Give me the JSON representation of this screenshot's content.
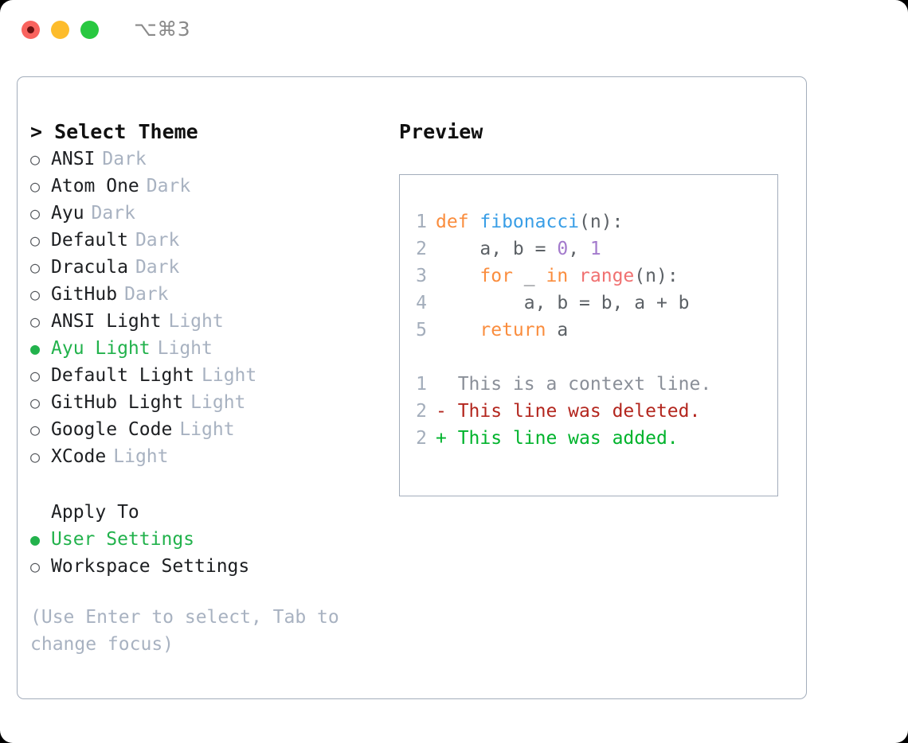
{
  "titlebar": {
    "shortcut": "⌥⌘3",
    "lights": [
      {
        "name": "close",
        "color": "#f9635e"
      },
      {
        "name": "minimize",
        "color": "#fdbc2c"
      },
      {
        "name": "maximize",
        "color": "#28c840"
      }
    ]
  },
  "theme_picker": {
    "heading": "> Select Theme",
    "bullet_selected": "●",
    "bullet_unselected": "○",
    "items": [
      {
        "name": "ANSI",
        "variant": "Dark",
        "selected": false
      },
      {
        "name": "Atom One",
        "variant": "Dark",
        "selected": false
      },
      {
        "name": "Ayu",
        "variant": "Dark",
        "selected": false
      },
      {
        "name": "Default",
        "variant": "Dark",
        "selected": false
      },
      {
        "name": "Dracula",
        "variant": "Dark",
        "selected": false
      },
      {
        "name": "GitHub",
        "variant": "Dark",
        "selected": false
      },
      {
        "name": "ANSI Light",
        "variant": "Light",
        "selected": false
      },
      {
        "name": "Ayu Light",
        "variant": "Light",
        "selected": true
      },
      {
        "name": "Default Light",
        "variant": "Light",
        "selected": false
      },
      {
        "name": "GitHub Light",
        "variant": "Light",
        "selected": false
      },
      {
        "name": "Google Code",
        "variant": "Light",
        "selected": false
      },
      {
        "name": "XCode",
        "variant": "Light",
        "selected": false
      }
    ]
  },
  "apply_to": {
    "heading": "Apply To",
    "items": [
      {
        "name": "User Settings",
        "selected": true
      },
      {
        "name": "Workspace Settings",
        "selected": false
      }
    ]
  },
  "hint": "(Use Enter to select, Tab to change focus)",
  "preview": {
    "heading": "Preview",
    "code_lines": [
      {
        "number": "1",
        "tokens": [
          {
            "text": "def ",
            "kind": "kw"
          },
          {
            "text": "fibonacci",
            "kind": "fn"
          },
          {
            "text": "(n):",
            "kind": "plain"
          }
        ]
      },
      {
        "number": "2",
        "tokens": [
          {
            "text": "    a, b = ",
            "kind": "plain"
          },
          {
            "text": "0",
            "kind": "num"
          },
          {
            "text": ", ",
            "kind": "plain"
          },
          {
            "text": "1",
            "kind": "num"
          }
        ]
      },
      {
        "number": "3",
        "tokens": [
          {
            "text": "    ",
            "kind": "plain"
          },
          {
            "text": "for",
            "kind": "kw"
          },
          {
            "text": " _ ",
            "kind": "plain"
          },
          {
            "text": "in",
            "kind": "kw"
          },
          {
            "text": " ",
            "kind": "plain"
          },
          {
            "text": "range",
            "kind": "call"
          },
          {
            "text": "(n):",
            "kind": "plain"
          }
        ]
      },
      {
        "number": "4",
        "tokens": [
          {
            "text": "        a, b = b, a + b",
            "kind": "plain"
          }
        ]
      },
      {
        "number": "5",
        "tokens": [
          {
            "text": "    ",
            "kind": "plain"
          },
          {
            "text": "return",
            "kind": "kw"
          },
          {
            "text": " a",
            "kind": "plain"
          }
        ]
      }
    ],
    "diff_lines": [
      {
        "number": "1",
        "marker": "  ",
        "text": "This is a context line.",
        "kind": "ctx"
      },
      {
        "number": "2",
        "marker": "- ",
        "text": "This line was deleted.",
        "kind": "del"
      },
      {
        "number": "2",
        "marker": "+ ",
        "text": "This line was added.",
        "kind": "add"
      }
    ]
  },
  "colors": {
    "accent_green": "#22b24c",
    "muted": "#a8b2c1",
    "border": "#a3adbb",
    "keyword": "#fa8d3e",
    "function": "#399ee6",
    "number": "#a37acc",
    "call": "#f07171",
    "diff_add": "#00b32c",
    "diff_del": "#b3261e"
  }
}
